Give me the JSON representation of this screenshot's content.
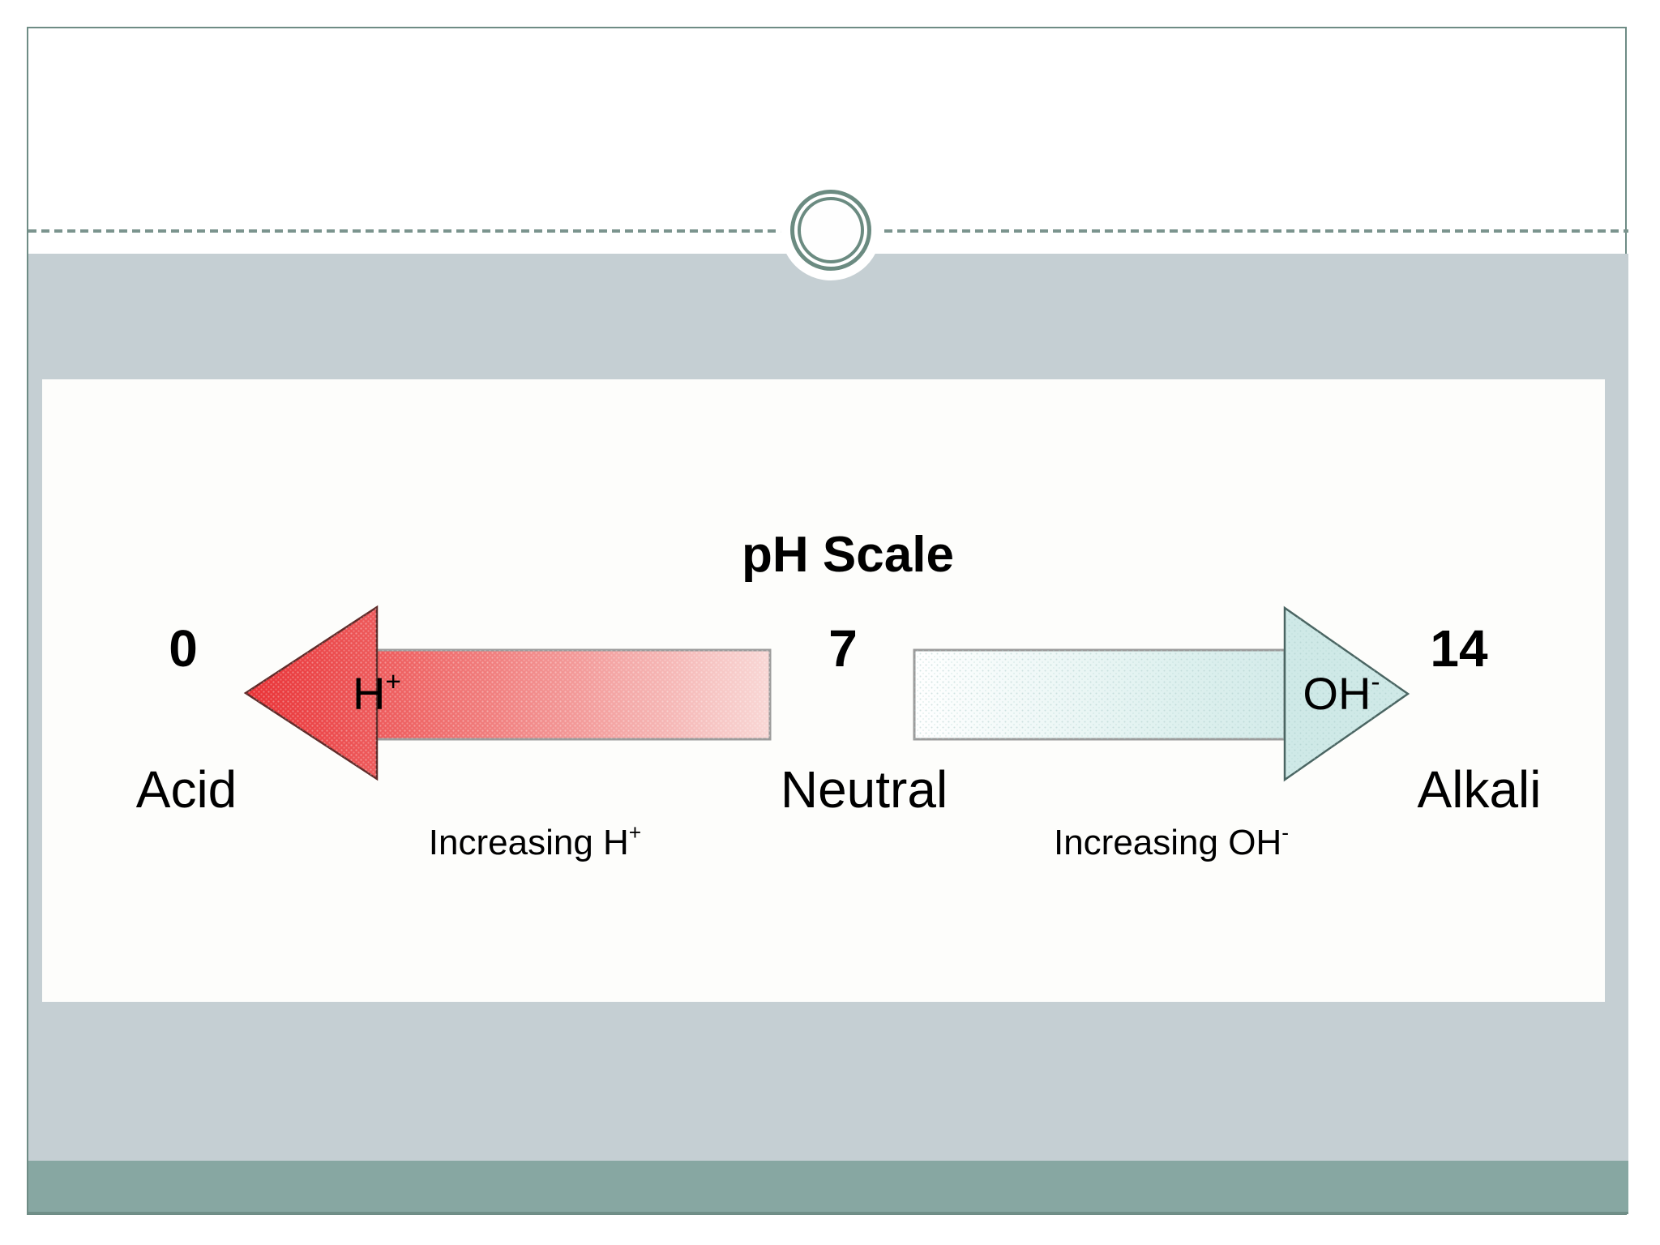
{
  "slide": {
    "title": "pH Scale",
    "ph_scale": {
      "acid_value": "0",
      "neutral_value": "7",
      "alkali_value": "14",
      "acid_label": "Acid",
      "neutral_label": "Neutral",
      "alkali_label": "Alkali",
      "acid_arrow": {
        "label": "H",
        "label_sup": "+",
        "caption": "Increasing H",
        "caption_sup": "+"
      },
      "alkali_arrow": {
        "label": "OH",
        "label_sup": "-",
        "caption": "Increasing OH",
        "caption_sup": "-"
      }
    },
    "colors": {
      "acid_arrow_tip": "#e93236",
      "acid_arrow_fade": "#f8d7d5",
      "alkali_arrow_fade_start": "#ffffff",
      "alkali_arrow_tip": "#c9e5e4",
      "band": "#c5cfd3",
      "footer_bar": "#87a7a2",
      "frame_and_ornament": "#6e8c85",
      "text": "#000000"
    }
  }
}
